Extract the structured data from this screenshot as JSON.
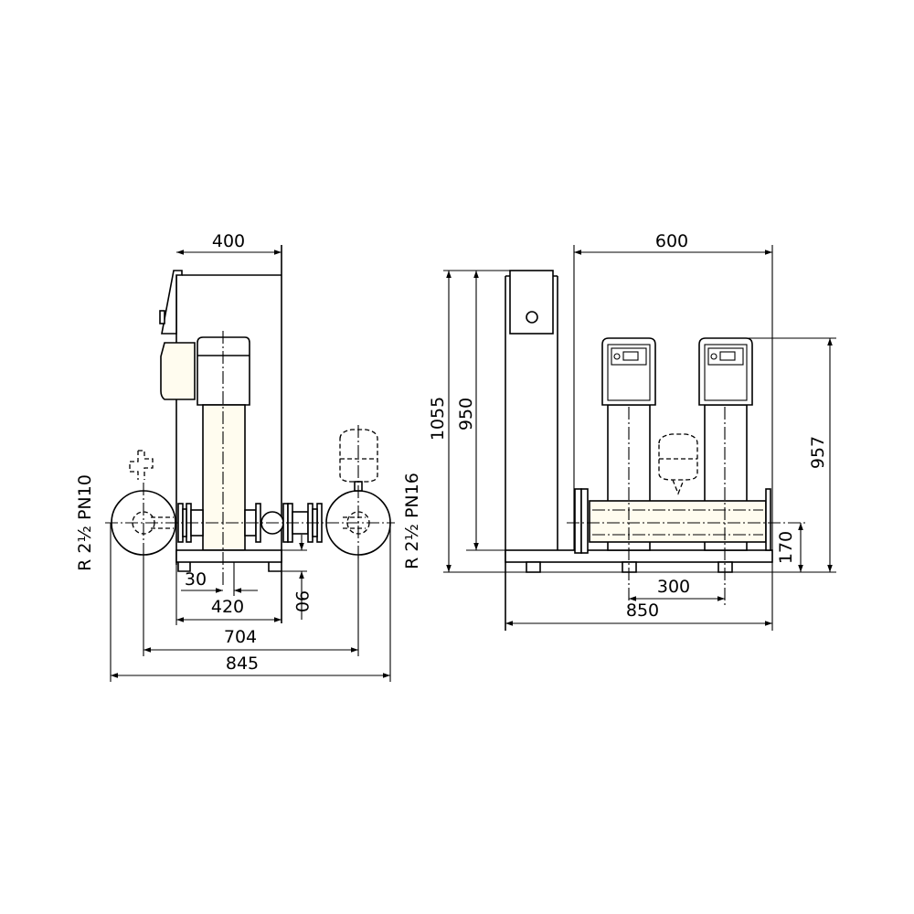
{
  "left_view": {
    "dim_width_cabinet": "400",
    "dim_foot_offset": "30",
    "dim_base_width": "420",
    "dim_pipe_height": "90",
    "dim_connection_spacing": "704",
    "dim_overall_width": "845",
    "label_inlet": "R 2½ PN10",
    "label_outlet": "R 2½ PN16"
  },
  "right_view": {
    "dim_width": "600",
    "dim_total_height": "1055",
    "dim_cabinet_height": "950",
    "dim_pump_height": "957",
    "dim_manifold_height": "170",
    "dim_pump_spacing": "300",
    "dim_base_length": "850"
  }
}
